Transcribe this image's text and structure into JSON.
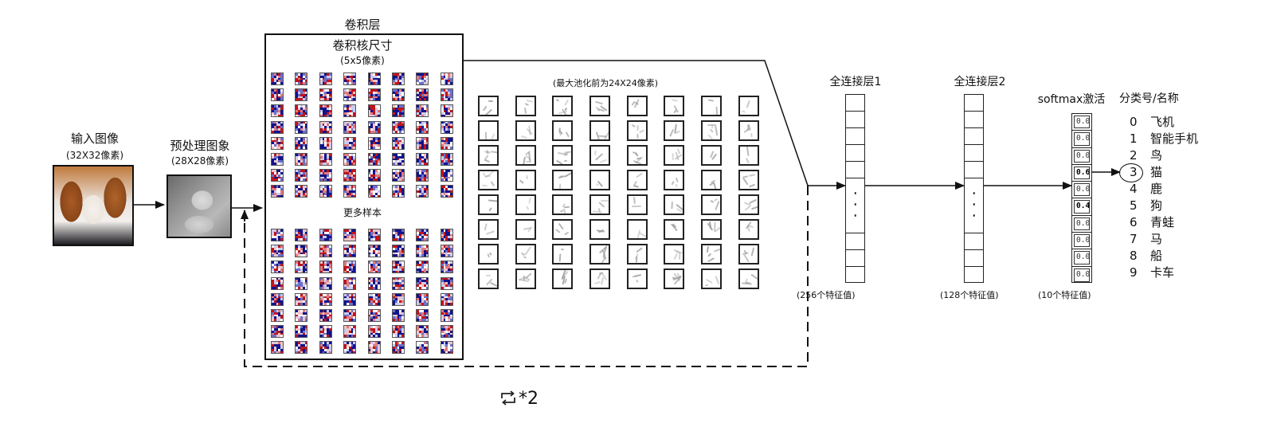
{
  "input_image": {
    "title": "输入图像",
    "size_label": "(32X32像素)"
  },
  "preprocessed_image": {
    "title": "预处理图象",
    "size_label": "(28X28像素)"
  },
  "conv_layer": {
    "title": "卷积层",
    "kernel_title": "卷积核尺寸",
    "kernel_size_label": "(5x5像素)",
    "more_samples_label": "更多样本",
    "kernel_rows": 8,
    "kernel_cols": 8,
    "feature_map_label": "(最大池化前为24X24像素)",
    "feature_map_rows": 8,
    "feature_map_cols": 8
  },
  "fc1": {
    "title": "全连接层1",
    "feature_count_label": "(256个特征值)"
  },
  "fc2": {
    "title": "全连接层2",
    "feature_count_label": "(128个特征值)"
  },
  "softmax": {
    "title": "softmax激活",
    "feature_count_label": "(10个特征值)",
    "values": [
      "0.0",
      "0.0",
      "0.0",
      "0.6",
      "0.0",
      "0.4",
      "0.0",
      "0.0",
      "0.0",
      "0.0"
    ],
    "highlighted_index": 3
  },
  "classes": {
    "title": "分类号/名称",
    "items": [
      {
        "id": "0",
        "name": "飞机"
      },
      {
        "id": "1",
        "name": "智能手机"
      },
      {
        "id": "2",
        "name": "鸟"
      },
      {
        "id": "3",
        "name": "猫"
      },
      {
        "id": "4",
        "name": "鹿"
      },
      {
        "id": "5",
        "name": "狗"
      },
      {
        "id": "6",
        "name": "青蛙"
      },
      {
        "id": "7",
        "name": "马"
      },
      {
        "id": "8",
        "name": "船"
      },
      {
        "id": "9",
        "name": "卡车"
      }
    ],
    "predicted_index": 3
  },
  "loop": {
    "icon": "repeat-icon",
    "label": "*2"
  },
  "colors": {
    "kernel_positive": "#c0141b",
    "kernel_negative": "#10148c",
    "line": "#111111"
  }
}
